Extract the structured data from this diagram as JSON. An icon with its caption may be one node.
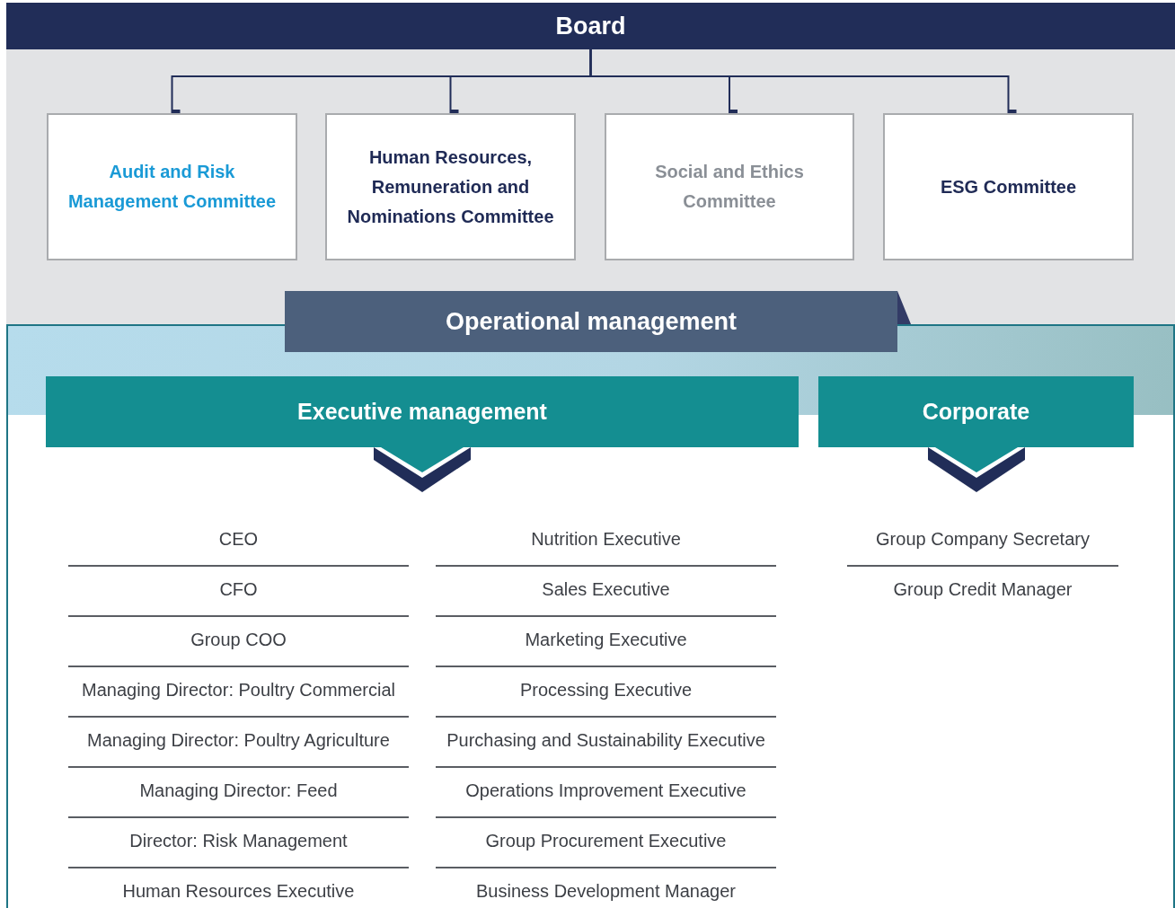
{
  "diagram": {
    "nodes": [
      {
        "text": [
          "Board"
        ]
      },
      {
        "text": [
          "Audit and Risk Management Committee"
        ]
      },
      {
        "text": [
          "Human Resources, Remuneration and Nominations Committee"
        ]
      },
      {
        "text": [
          "Social and Ethics Committee"
        ]
      },
      {
        "text": [
          "ESG Committee"
        ]
      },
      {
        "text": [
          "Operational management"
        ]
      },
      {
        "text": [
          "Executive management"
        ]
      },
      {
        "text": [
          "Corporate"
        ]
      }
    ],
    "edges": [
      {
        "from": 0,
        "to": 1,
        "arrow": "other"
      },
      {
        "from": 0,
        "to": 2,
        "arrow": "other"
      },
      {
        "from": 0,
        "to": 3,
        "arrow": "other"
      },
      {
        "from": 0,
        "to": 4,
        "arrow": "other"
      }
    ],
    "labels": [
      "CEO",
      "CFO",
      "Group COO",
      "Managing Director: Poultry Commercial",
      "Managing Director: Poultry Agriculture",
      "Managing Director: Feed",
      "Director: Risk Management",
      "Human Resources Executive",
      "Nutrition Executive",
      "Sales Executive",
      "Marketing Executive",
      "Processing Executive",
      "Purchasing and Sustainability Executive",
      "Operations Improvement Executive",
      "Group Procurement Executive",
      "Business Development Manager",
      "Group Company Secretary",
      "Group Credit Manager"
    ]
  }
}
